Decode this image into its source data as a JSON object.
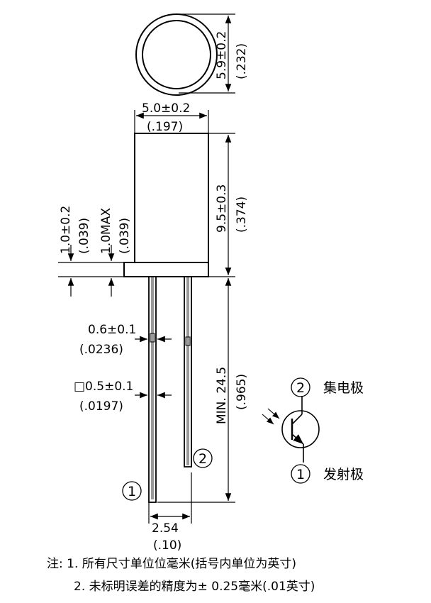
{
  "dims": {
    "top_dia_mm": "5.9±0.2",
    "top_dia_in": "(.232)",
    "body_width_mm": "5.0±0.2",
    "body_width_in": "(.197)",
    "body_height_mm": "9.5±0.3",
    "body_height_in": "(.374)",
    "flange_mm": "1.0±0.2",
    "flange_in": "(.039)",
    "flange_max_mm": "1.0MAX",
    "flange_max_in": "(.039)",
    "lead_width_mm": "0.6±0.1",
    "lead_width_in": "(.0236)",
    "lead_sq_mm": "□0.5±0.1",
    "lead_sq_in": "(.0197)",
    "lead_len_mm": "MIN. 24.5",
    "lead_len_in": "(.965)",
    "pitch_mm": "2.54",
    "pitch_in": "(.10)"
  },
  "pins": {
    "pin1_num": "1",
    "pin2_num": "2",
    "pin1_name": "发射极",
    "pin2_name": "集电极"
  },
  "notes": {
    "line1": "注: 1. 所有尺寸单位位毫米(括号内单位为英寸)",
    "line2": "2. 未标明误差的精度为± 0.25毫米(.01英寸)"
  }
}
